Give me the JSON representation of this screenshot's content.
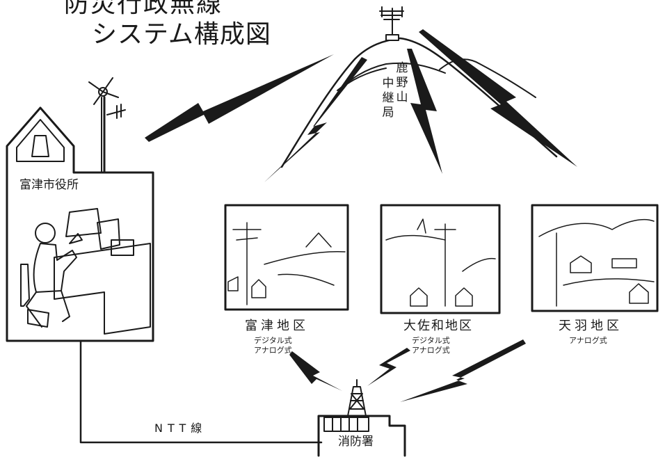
{
  "diagram": {
    "title_line1": "防災行政無線",
    "title_line2": "システム構成図",
    "relay_station": {
      "col1": [
        "中",
        "継",
        "局"
      ],
      "col2": [
        "鹿",
        "野",
        "山"
      ]
    },
    "city_hall": "富津市役所",
    "areas": [
      {
        "name": "富津地区",
        "types": [
          "デジタル式",
          "アナログ式"
        ]
      },
      {
        "name": "大佐和地区",
        "types": [
          "デジタル式",
          "アナログ式"
        ]
      },
      {
        "name": "天羽地区",
        "types": [
          "アナログ式"
        ]
      }
    ],
    "line_label": "NTT線",
    "fire_station": "消防署"
  },
  "colors": {
    "ink": "#1a1a1a",
    "paper": "#ffffff"
  }
}
